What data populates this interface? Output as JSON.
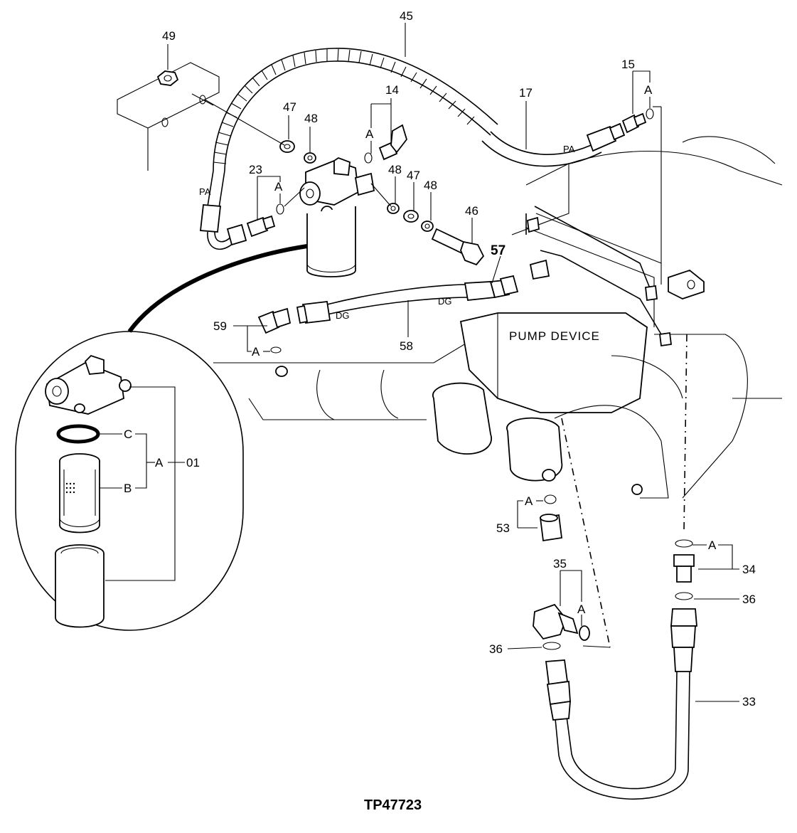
{
  "figure_id": "TP47723",
  "component_label": "PUMP DEVICE",
  "hose_codes": {
    "pa_top": "PA",
    "pa_left": "PA",
    "dg_right": "DG",
    "dg_left": "DG"
  },
  "callouts": {
    "c49": "49",
    "c45": "45",
    "c47a": "47",
    "c48a": "48",
    "c14": "14",
    "c14_a": "A",
    "c17": "17",
    "c15": "15",
    "c15_a": "A",
    "c23": "23",
    "c23_a": "A",
    "c48b": "48",
    "c47b": "47",
    "c48c": "48",
    "c46": "46",
    "c57": "57",
    "c59": "59",
    "c59_a": "A",
    "c58": "58",
    "c53": "53",
    "c53_a": "A",
    "c35": "35",
    "c35_a": "A",
    "c36a": "36",
    "c34": "34",
    "c34_a": "A",
    "c36b": "36",
    "c33": "33"
  },
  "detail": {
    "c_label": "C",
    "a_label": "A",
    "b_label": "B",
    "part_no": "01"
  }
}
